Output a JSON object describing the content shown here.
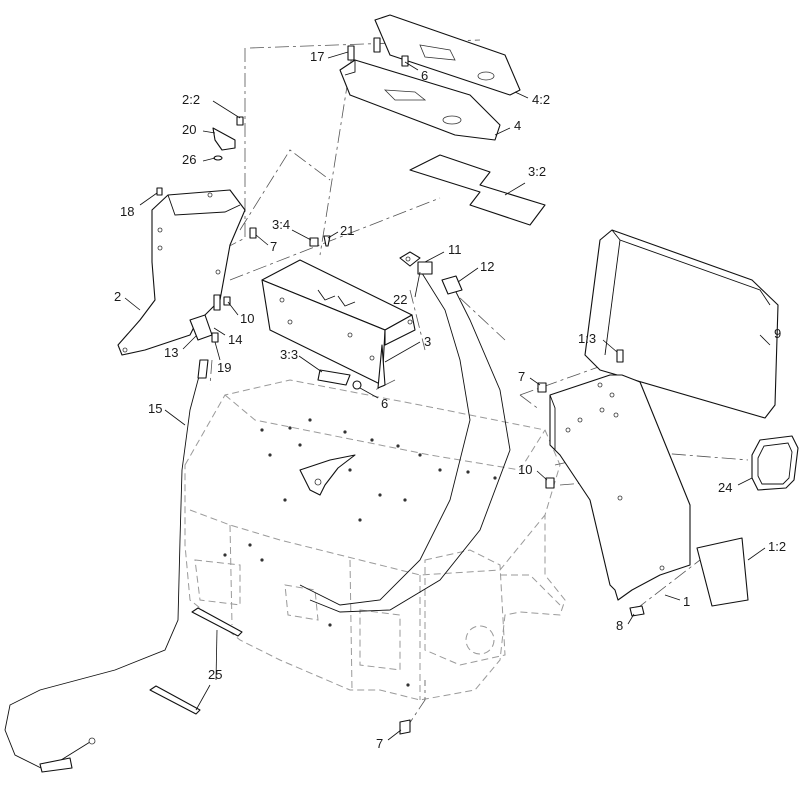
{
  "diagram": {
    "callouts": [
      {
        "id": "c-1",
        "text": "1"
      },
      {
        "id": "c-1-2",
        "text": "1:2"
      },
      {
        "id": "c-1-3",
        "text": "1:3"
      },
      {
        "id": "c-2",
        "text": "2"
      },
      {
        "id": "c-2-2",
        "text": "2:2"
      },
      {
        "id": "c-3",
        "text": "3"
      },
      {
        "id": "c-3-2",
        "text": "3:2"
      },
      {
        "id": "c-3-3",
        "text": "3:3"
      },
      {
        "id": "c-3-4",
        "text": "3:4"
      },
      {
        "id": "c-4",
        "text": "4"
      },
      {
        "id": "c-4-2",
        "text": "4:2"
      },
      {
        "id": "c-6a",
        "text": "6"
      },
      {
        "id": "c-6b",
        "text": "6"
      },
      {
        "id": "c-7a",
        "text": "7"
      },
      {
        "id": "c-7b",
        "text": "7"
      },
      {
        "id": "c-7c",
        "text": "7"
      },
      {
        "id": "c-8",
        "text": "8"
      },
      {
        "id": "c-9",
        "text": "9"
      },
      {
        "id": "c-10a",
        "text": "10"
      },
      {
        "id": "c-10b",
        "text": "10"
      },
      {
        "id": "c-11",
        "text": "11"
      },
      {
        "id": "c-12",
        "text": "12"
      },
      {
        "id": "c-13",
        "text": "13"
      },
      {
        "id": "c-14",
        "text": "14"
      },
      {
        "id": "c-15",
        "text": "15"
      },
      {
        "id": "c-17",
        "text": "17"
      },
      {
        "id": "c-18",
        "text": "18"
      },
      {
        "id": "c-19",
        "text": "19"
      },
      {
        "id": "c-20",
        "text": "20"
      },
      {
        "id": "c-21",
        "text": "21"
      },
      {
        "id": "c-22",
        "text": "22"
      },
      {
        "id": "c-24",
        "text": "24"
      },
      {
        "id": "c-25",
        "text": "25"
      },
      {
        "id": "c-26",
        "text": "26"
      }
    ]
  }
}
